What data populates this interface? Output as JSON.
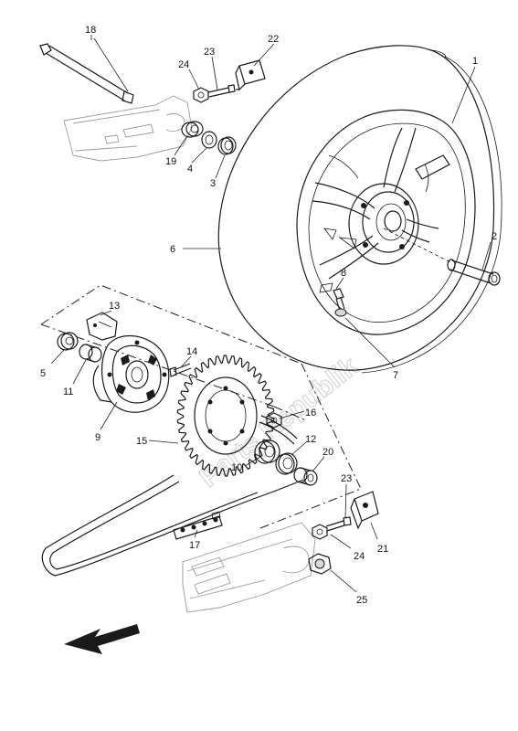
{
  "watermark": "Parts Republik",
  "callouts": {
    "n1": "1",
    "n2": "2",
    "n3": "3",
    "n4": "4",
    "n5": "5",
    "n6": "6",
    "n7": "7",
    "n8": "8",
    "n9": "9",
    "n10": "10",
    "n11": "11",
    "n12": "12",
    "n13": "13",
    "n14": "14",
    "n15": "15",
    "n16": "16",
    "n17": "17",
    "n18": "18",
    "n19": "19",
    "n20": "20",
    "n21": "21",
    "n22": "22",
    "n23a": "23",
    "n23b": "23",
    "n24a": "24",
    "n24b": "24",
    "n25": "25"
  },
  "icons": {
    "front_arrow": "front-direction-arrow-icon"
  }
}
